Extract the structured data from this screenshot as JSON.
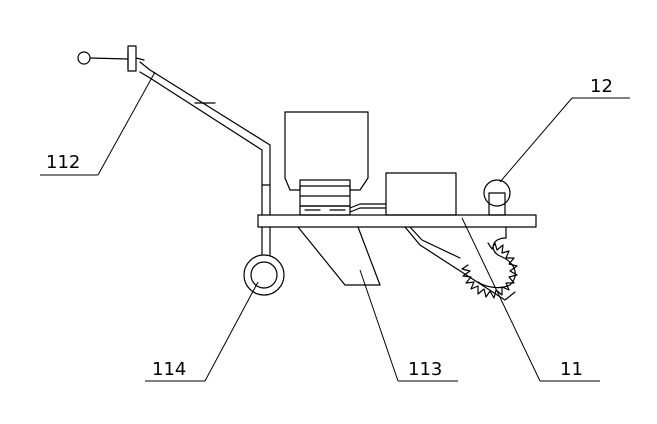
{
  "labels": {
    "handle": "112",
    "motor": "12",
    "hopper_plate": "113",
    "wheel": "114",
    "frame": "11"
  }
}
